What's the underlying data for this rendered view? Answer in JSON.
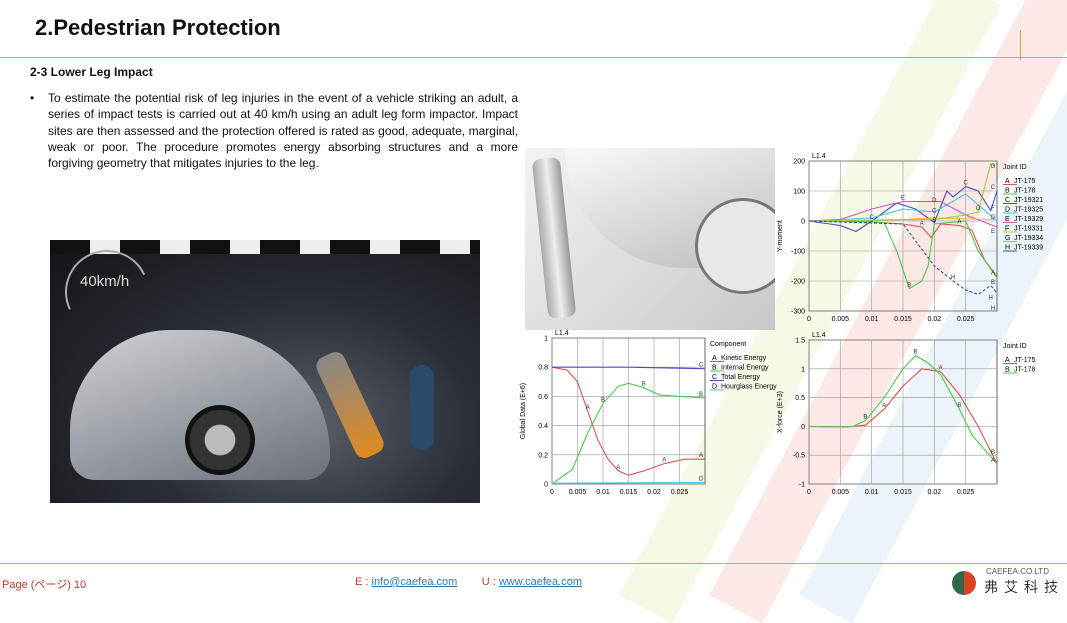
{
  "header": {
    "title": "2.Pedestrian Protection"
  },
  "section": {
    "subtitle": "2-3 Lower Leg Impact"
  },
  "body": {
    "bullet_symbol": "•",
    "bullet_text": "To estimate the potential risk of leg injuries in the event of a vehicle striking an adult, a series of impact tests is carried out at 40 km/h using an adult leg form impactor. Impact sites are then assessed and the protection offered is rated as good, adequate, marginal, weak or poor. The procedure promotes energy absorbing structures and a more forgiving geometry that mitigates injuries to the leg."
  },
  "photo": {
    "speed_label": "40km/h"
  },
  "footer": {
    "page_label": "Page (ページ) 10",
    "email_prefix": "E : ",
    "email": "info@caefea.com",
    "url_prefix": "U : ",
    "url": "www.caefea.com",
    "logo_en": "CAEFEA.CO.LTD",
    "logo_cn": "弗艾科技"
  },
  "chart_data": [
    {
      "type": "line",
      "title": "L1.4",
      "ylabel": "Y-moment",
      "xlabel": "",
      "xlim": [
        0,
        0.03
      ],
      "ylim": [
        -300,
        200
      ],
      "xticks": [
        0,
        0.005,
        0.01,
        0.015,
        0.02,
        0.025
      ],
      "xtick_labels": [
        "0",
        "0.005",
        "0.01",
        "0.015",
        "0.02",
        "0.025"
      ],
      "yticks": [
        -300,
        -200,
        -100,
        0,
        100,
        200
      ],
      "ytick_labels": [
        "-300",
        "-200",
        "-100",
        "0",
        "100",
        "200"
      ],
      "legend_title": "Joint ID",
      "legend_position": "right",
      "grid": true,
      "series": [
        {
          "letter": "A",
          "name": "JT-175",
          "color": "#d9534f",
          "points": [
            [
              0,
              0
            ],
            [
              0.01,
              -3
            ],
            [
              0.015,
              -10
            ],
            [
              0.018,
              -20
            ],
            [
              0.0195,
              -55
            ],
            [
              0.021,
              -10
            ],
            [
              0.024,
              -15
            ],
            [
              0.026,
              -30
            ],
            [
              0.028,
              -130
            ],
            [
              0.03,
              -185
            ]
          ]
        },
        {
          "letter": "B",
          "name": "JT-178",
          "color": "#4cc94c",
          "points": [
            [
              0,
              0
            ],
            [
              0.012,
              -5
            ],
            [
              0.014,
              -100
            ],
            [
              0.016,
              -225
            ],
            [
              0.018,
              -200
            ],
            [
              0.019,
              -150
            ],
            [
              0.02,
              -10
            ],
            [
              0.025,
              0
            ],
            [
              0.027,
              -100
            ],
            [
              0.03,
              -190
            ]
          ]
        },
        {
          "letter": "C",
          "name": "JT-19321",
          "color": "#4a4ac8",
          "points": [
            [
              0,
              0
            ],
            [
              0.005,
              -15
            ],
            [
              0.0075,
              -35
            ],
            [
              0.01,
              0
            ],
            [
              0.014,
              60
            ],
            [
              0.017,
              40
            ],
            [
              0.02,
              -5
            ],
            [
              0.022,
              100
            ],
            [
              0.023,
              80
            ],
            [
              0.025,
              115
            ],
            [
              0.027,
              100
            ],
            [
              0.029,
              35
            ],
            [
              0.03,
              100
            ]
          ]
        },
        {
          "letter": "D",
          "name": "JT-19325",
          "color": "#3cc8d8",
          "points": [
            [
              0,
              0
            ],
            [
              0.01,
              10
            ],
            [
              0.015,
              40
            ],
            [
              0.02,
              30
            ],
            [
              0.025,
              90
            ],
            [
              0.03,
              0
            ]
          ]
        },
        {
          "letter": "E",
          "name": "JT-19329",
          "color": "#d050d0",
          "points": [
            [
              0,
              0
            ],
            [
              0.005,
              5
            ],
            [
              0.01,
              40
            ],
            [
              0.015,
              65
            ],
            [
              0.021,
              65
            ],
            [
              0.025,
              20
            ],
            [
              0.03,
              -20
            ]
          ]
        },
        {
          "letter": "F",
          "name": "JT-19331",
          "color": "#e6c020",
          "points": [
            [
              0,
              0
            ],
            [
              0.015,
              5
            ],
            [
              0.02,
              10
            ],
            [
              0.03,
              5
            ]
          ]
        },
        {
          "letter": "G",
          "name": "JT-19334",
          "color": "#90d040",
          "points": [
            [
              0,
              0
            ],
            [
              0.02,
              5
            ],
            [
              0.025,
              20
            ],
            [
              0.027,
              30
            ],
            [
              0.029,
              190
            ],
            [
              0.03,
              185
            ]
          ]
        },
        {
          "letter": "H",
          "name": "JT-19339",
          "color": "#2a5a9a",
          "points": [
            [
              0,
              0
            ],
            [
              0.015,
              -10
            ],
            [
              0.02,
              -150
            ],
            [
              0.023,
              -200
            ],
            [
              0.025,
              -230
            ],
            [
              0.027,
              -245
            ],
            [
              0.029,
              -215
            ],
            [
              0.03,
              -240
            ]
          ]
        }
      ]
    },
    {
      "type": "line",
      "title": "L1.4",
      "ylabel": "Global Data (E+6)",
      "xlabel": "",
      "xlim": [
        0,
        0.03
      ],
      "ylim": [
        0,
        1
      ],
      "xticks": [
        0,
        0.005,
        0.01,
        0.015,
        0.02,
        0.025
      ],
      "xtick_labels": [
        "0",
        "0.005",
        "0.01",
        "0.015",
        "0.02",
        "0.025"
      ],
      "yticks": [
        0,
        0.2,
        0.4,
        0.6,
        0.8,
        1
      ],
      "ytick_labels": [
        "0",
        "0.2",
        "0.4",
        "0.6",
        "0.8",
        "1"
      ],
      "legend_title": "Component",
      "legend_position": "right",
      "grid": true,
      "series": [
        {
          "letter": "A",
          "name": "Kinetic Energy",
          "color": "#d9534f",
          "points": [
            [
              0,
              0.8
            ],
            [
              0.003,
              0.78
            ],
            [
              0.005,
              0.7
            ],
            [
              0.007,
              0.5
            ],
            [
              0.009,
              0.3
            ],
            [
              0.011,
              0.17
            ],
            [
              0.013,
              0.09
            ],
            [
              0.015,
              0.06
            ],
            [
              0.018,
              0.09
            ],
            [
              0.022,
              0.14
            ],
            [
              0.026,
              0.17
            ],
            [
              0.03,
              0.17
            ]
          ]
        },
        {
          "letter": "B",
          "name": "Internal Energy",
          "color": "#4cc94c",
          "points": [
            [
              0,
              0
            ],
            [
              0.004,
              0.1
            ],
            [
              0.007,
              0.35
            ],
            [
              0.01,
              0.55
            ],
            [
              0.013,
              0.67
            ],
            [
              0.015,
              0.69
            ],
            [
              0.018,
              0.66
            ],
            [
              0.021,
              0.61
            ],
            [
              0.025,
              0.6
            ],
            [
              0.03,
              0.59
            ]
          ]
        },
        {
          "letter": "C",
          "name": "Total Energy",
          "color": "#4a4ac8",
          "points": [
            [
              0,
              0.8
            ],
            [
              0.015,
              0.8
            ],
            [
              0.03,
              0.79
            ]
          ]
        },
        {
          "letter": "D",
          "name": "Hourglass Energy",
          "color": "#3cc8d8",
          "points": [
            [
              0,
              0.005
            ],
            [
              0.015,
              0.008
            ],
            [
              0.03,
              0.01
            ]
          ]
        }
      ]
    },
    {
      "type": "line",
      "title": "L1.4",
      "ylabel": "X-force (E+3)",
      "xlabel": "",
      "xlim": [
        0,
        0.03
      ],
      "ylim": [
        -1,
        1.5
      ],
      "xticks": [
        0,
        0.005,
        0.01,
        0.015,
        0.02,
        0.025
      ],
      "xtick_labels": [
        "0",
        "0.005",
        "0.01",
        "0.015",
        "0.02",
        "0.025"
      ],
      "yticks": [
        -1,
        -0.5,
        0,
        0.5,
        1,
        1.5
      ],
      "ytick_labels": [
        "-1",
        "-0.5",
        "0",
        "0.5",
        "1",
        "1.5"
      ],
      "legend_title": "Joint ID",
      "legend_position": "right",
      "grid": true,
      "series": [
        {
          "letter": "A",
          "name": "JT-175",
          "color": "#d9534f",
          "points": [
            [
              0,
              0
            ],
            [
              0.006,
              -0.01
            ],
            [
              0.009,
              0.02
            ],
            [
              0.012,
              0.3
            ],
            [
              0.015,
              0.7
            ],
            [
              0.018,
              1.0
            ],
            [
              0.021,
              0.95
            ],
            [
              0.024,
              0.55
            ],
            [
              0.027,
              0
            ],
            [
              0.03,
              -0.65
            ]
          ]
        },
        {
          "letter": "B",
          "name": "JT-178",
          "color": "#4cc94c",
          "points": [
            [
              0,
              0
            ],
            [
              0.004,
              -0.01
            ],
            [
              0.007,
              0
            ],
            [
              0.009,
              0.1
            ],
            [
              0.012,
              0.5
            ],
            [
              0.015,
              1.0
            ],
            [
              0.017,
              1.23
            ],
            [
              0.019,
              1.1
            ],
            [
              0.021,
              0.9
            ],
            [
              0.024,
              0.3
            ],
            [
              0.026,
              -0.15
            ],
            [
              0.03,
              -0.65
            ]
          ]
        }
      ]
    }
  ]
}
